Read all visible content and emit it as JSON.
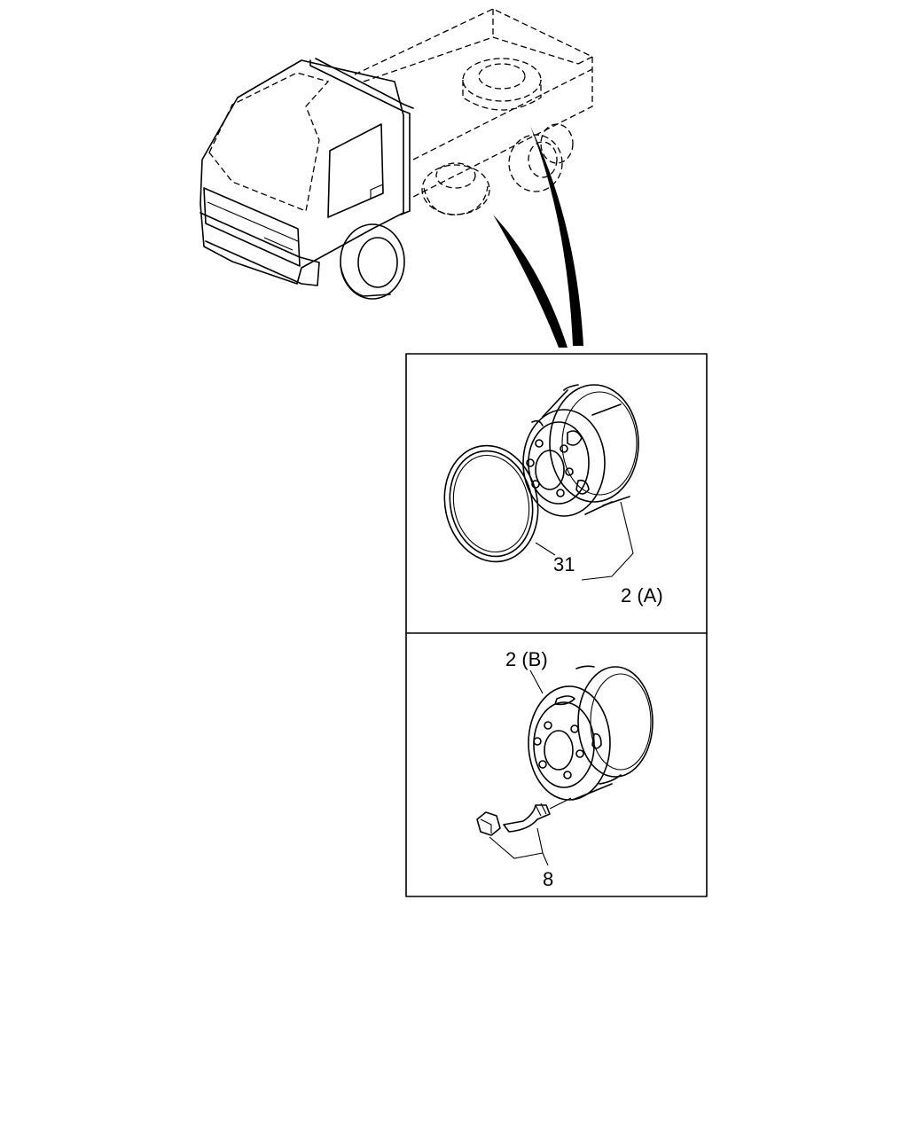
{
  "callouts": {
    "rim_ring": "31",
    "wheel_a": "2 (A)",
    "wheel_b": "2 (B)",
    "valve_parts": "8"
  }
}
